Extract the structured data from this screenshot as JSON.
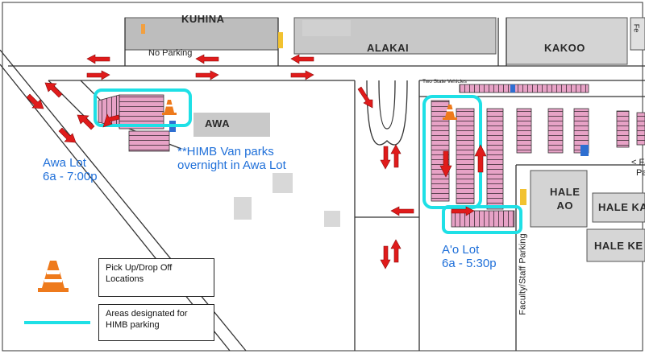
{
  "colors": {
    "highlight": "#1ee0e6",
    "arrow": "#e01b1b",
    "parking": "#e7a2c6",
    "label_blue": "#1e6fd9",
    "cone": "#ee7a1c"
  },
  "streets": {
    "kuhina": "KUHINA",
    "alakai": "ALAKAI",
    "kakoo": "KAKOO",
    "awa": "AWA"
  },
  "buildings": {
    "hale_ao": "HALE\nAO",
    "hale_ka": "HALE KA",
    "hale_ke": "HALE KE"
  },
  "notes": {
    "no_parking": "No Parking",
    "two_state_vehicles": "Two State Vehicles",
    "faculty_staff_parking": "Faculty/Staff Parking",
    "fa_partial": "< Fa",
    "pa_partial": "Pa",
    "fe_partial": "Fe"
  },
  "lots": {
    "awa_name": "Awa Lot",
    "awa_hours": "6a - 7:00p",
    "aho_name": "A'o Lot",
    "aho_hours": "6a - 5:30p",
    "van_note_line1": "**HIMB Van parks",
    "van_note_line2": "overnight in Awa Lot"
  },
  "legend": {
    "pickup_line1": "Pick Up/Drop Off",
    "pickup_line2": "Locations",
    "areas_line1": "Areas designated for",
    "areas_line2": "HIMB parking",
    "cone_icon": "traffic-cone-icon",
    "line_icon": "highlight-line-icon"
  }
}
